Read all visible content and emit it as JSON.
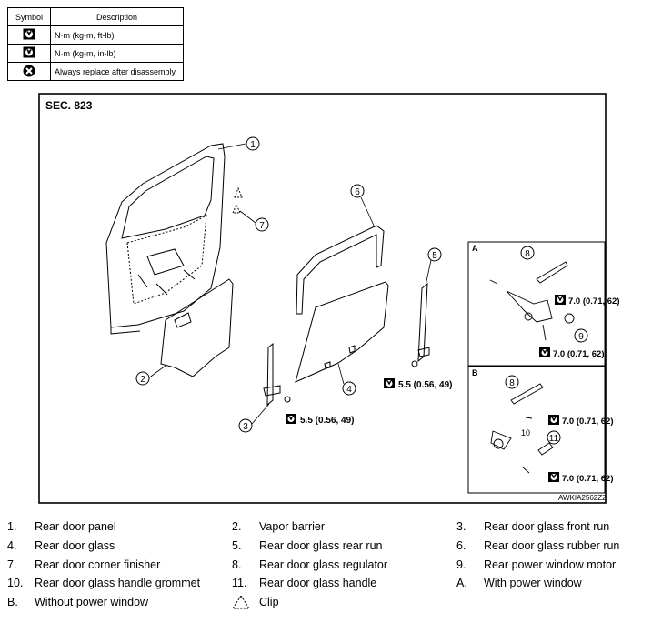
{
  "legend": {
    "header_symbol": "Symbol",
    "header_description": "Description",
    "rows": [
      {
        "icon": "torque-wrench-ft-lb-icon",
        "description": "N·m (kg-m, ft-lb)"
      },
      {
        "icon": "torque-wrench-in-lb-icon",
        "description": "N·m (kg-m, in-lb)"
      },
      {
        "icon": "always-replace-icon",
        "description": "Always replace after disassembly."
      }
    ]
  },
  "diagram": {
    "section": "SEC. 823",
    "code": "AWKIA2562ZZ",
    "callouts": [
      "1",
      "2",
      "3",
      "4",
      "5",
      "6",
      "7",
      "8",
      "9",
      "8",
      "11"
    ],
    "torques": {
      "front_run": "5.5 (0.56, 49)",
      "rear_run": "5.5 (0.56, 49)",
      "a_regulator": "7.0 (0.71, 62)",
      "a_motor": "7.0 (0.71, 62)",
      "b_regulator_1": "7.0 (0.71, 62)",
      "b_regulator_2": "7.0 (0.71, 62)"
    },
    "inset_a": "A",
    "inset_b": "B",
    "inset_b_extra_callout": "10"
  },
  "parts": [
    [
      {
        "num": "1.",
        "label": "Rear door panel"
      },
      {
        "num": "2.",
        "label": "Vapor barrier"
      },
      {
        "num": "3.",
        "label": "Rear door glass front run"
      }
    ],
    [
      {
        "num": "4.",
        "label": "Rear door glass"
      },
      {
        "num": "5.",
        "label": "Rear door glass rear run"
      },
      {
        "num": "6.",
        "label": "Rear door glass rubber run"
      }
    ],
    [
      {
        "num": "7.",
        "label": "Rear door corner finisher"
      },
      {
        "num": "8.",
        "label": "Rear door glass regulator"
      },
      {
        "num": "9.",
        "label": "Rear power window motor"
      }
    ],
    [
      {
        "num": "10.",
        "label": "Rear door glass handle grommet"
      },
      {
        "num": "11.",
        "label": "Rear door glass handle"
      },
      {
        "num": "A.",
        "label": "With power window"
      }
    ],
    [
      {
        "num": "B.",
        "label": "Without power window"
      },
      {
        "num": "",
        "label": "Clip"
      }
    ]
  ]
}
